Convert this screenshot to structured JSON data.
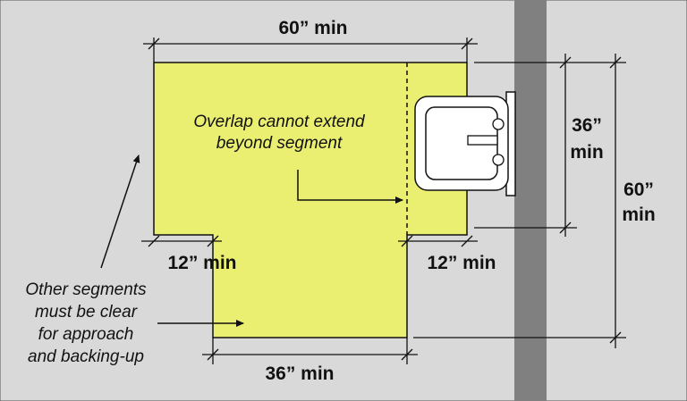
{
  "colors": {
    "background": "#d9d9d9",
    "clear_floor": "#eaee71",
    "wall": "#808080",
    "line": "#111111",
    "sink": "#ffffff"
  },
  "dimensions": {
    "top_width": "60” min",
    "bottom_width": "36” min",
    "left_notch": "12” min",
    "right_notch": "12” min",
    "sink_depth": [
      "36”",
      "min"
    ],
    "total_depth": [
      "60”",
      "min"
    ]
  },
  "notes": {
    "overlap": [
      "Overlap cannot extend",
      "beyond segment"
    ],
    "segments": [
      "Other segments",
      "must be clear",
      "for approach",
      "and backing-up"
    ]
  },
  "icons": {
    "sink": "lavatory-sink-icon"
  }
}
